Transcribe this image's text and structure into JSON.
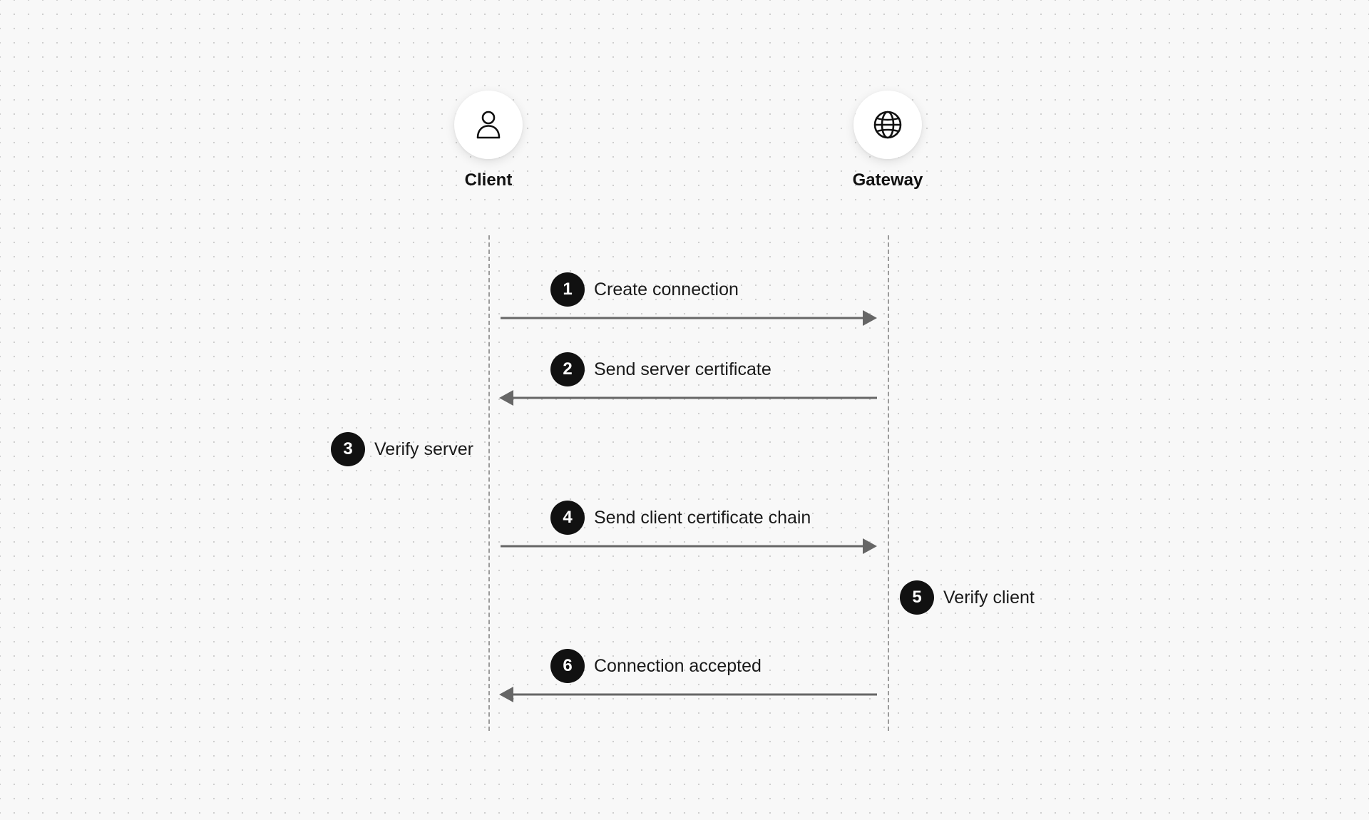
{
  "actors": {
    "client": {
      "label": "Client",
      "icon": "person-icon"
    },
    "gateway": {
      "label": "Gateway",
      "icon": "globe-icon"
    }
  },
  "steps": [
    {
      "number": "1",
      "label": "Create connection",
      "direction": "client-to-gateway"
    },
    {
      "number": "2",
      "label": "Send server certificate",
      "direction": "gateway-to-client"
    },
    {
      "number": "3",
      "label": "Verify server",
      "direction": "self-client"
    },
    {
      "number": "4",
      "label": "Send client certificate chain",
      "direction": "client-to-gateway"
    },
    {
      "number": "5",
      "label": "Verify client",
      "direction": "self-gateway"
    },
    {
      "number": "6",
      "label": "Connection accepted",
      "direction": "gateway-to-client"
    }
  ],
  "colors": {
    "badge": "#111111",
    "arrow": "#666666",
    "lifeline": "#9b9b9b",
    "background": "#f8f8f8"
  }
}
